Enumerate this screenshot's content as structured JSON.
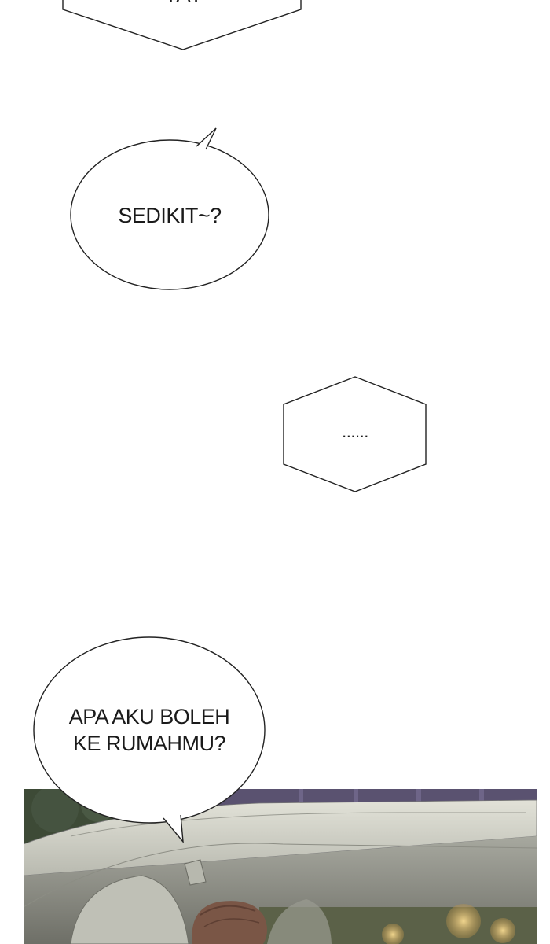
{
  "bubbles": {
    "top_cut_text": "YA?",
    "sedikit": "SEDIKIT~?",
    "ellipsis": "......",
    "question": "APA AKU BOLEH\nKE RUMAHMU?"
  },
  "panel": {
    "scene": "car-interior-night",
    "colors": {
      "sky": "#4b4560",
      "foliage": "#3d4a36",
      "car_body": "#cfd0c6",
      "car_shadow": "#8e8f86",
      "bokeh": "#d8b86a",
      "hair": "#7a5646"
    }
  }
}
